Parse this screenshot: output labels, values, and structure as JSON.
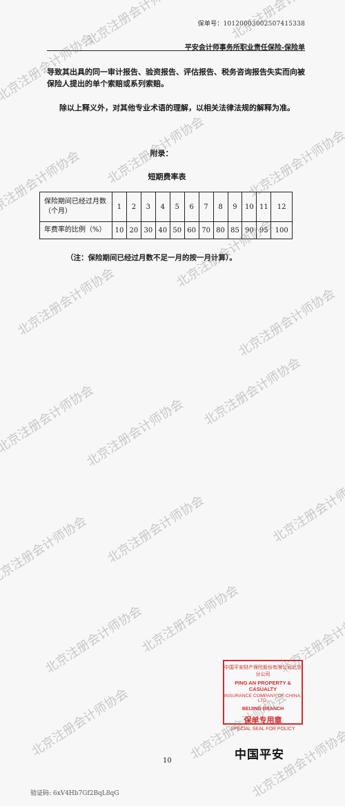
{
  "header": {
    "policy_number": "保单号：10120003002507415338",
    "title": "平安会计师事务所职业责任保险-保险单"
  },
  "body": {
    "paragraph_1": "导致其出具的同一审计报告、验资报告、评估报告、税务咨询报告失实而向被保险人提出的单个索赔或系列索赔。",
    "paragraph_2": "除以上释义外，对其他专业术语的理解，以相关法律法规的解释为准。",
    "appendix_label": "附录：",
    "table_title": "短期费率表",
    "note": "（注：保险期间已经过月数不足一月的按一月计算）。"
  },
  "rate_table": {
    "row1_header": "保险期间已经过月数（个月）",
    "row2_header": "年费率的比例（%）",
    "months": [
      "1",
      "2",
      "3",
      "4",
      "5",
      "6",
      "7",
      "8",
      "9",
      "10",
      "11",
      "12"
    ],
    "ratios": [
      "10",
      "20",
      "30",
      "40",
      "50",
      "60",
      "70",
      "80",
      "85",
      "90",
      "95",
      "100"
    ]
  },
  "footer": {
    "page_number": "10",
    "verification": "验证码: 6xV4Hb7Gf2BqL8qG"
  },
  "stamp": {
    "line1": "中国平安财产保险股份有限公司北京分公司",
    "line2": "PING AN PROPERTY & CASUALTY",
    "line3": "INSURANCE COMPANY OF CHINA, LTD.",
    "line4": "BEIJING BRANCH",
    "line5": "保单专用章",
    "line6": "SPECIAL SEAL FOR POLICY",
    "color": "#d42a2a"
  },
  "logo_text": "中国平安",
  "watermark_text": "北京注册会计师协会"
}
